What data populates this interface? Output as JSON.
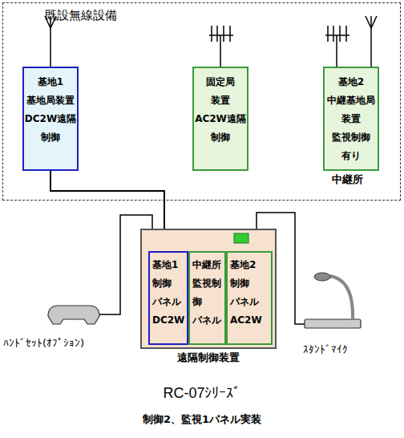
{
  "diagram": {
    "title": "RC-07ｼﾘｰｽﾞ",
    "caption": "制御2、監視1パネル実装",
    "nodes": [
      {
        "text": [
          "既設無線設備"
        ]
      },
      {
        "text": [
          "基地1 基地局装置 DC2W遠隔 制御"
        ],
        "in": 0
      },
      {
        "text": [
          "固定局 装置 AC2W遠隔 制御"
        ],
        "in": 0
      },
      {
        "text": [
          "基地2 中継基地局 装置 監視制御 有り"
        ],
        "in": 0
      },
      {
        "text": [
          "遠隔制御装置"
        ]
      },
      {
        "text": [
          "基地1 制御 パネル DC2W"
        ],
        "in": 4
      },
      {
        "text": [
          "中継所 監視制御 パネル"
        ],
        "in": 4
      },
      {
        "text": [
          "基地2 制御 パネル AC2W"
        ],
        "in": 4
      }
    ],
    "edges": [
      {
        "from": 1,
        "to": 4,
        "arrow": "none"
      }
    ],
    "labels": [
      "中継所",
      "ﾊﾝﾄﾞｾｯﾄ(ｵﾌﾟｼｮﾝ)",
      "ｽﾀﾝﾄﾞﾏｲｸ"
    ]
  }
}
